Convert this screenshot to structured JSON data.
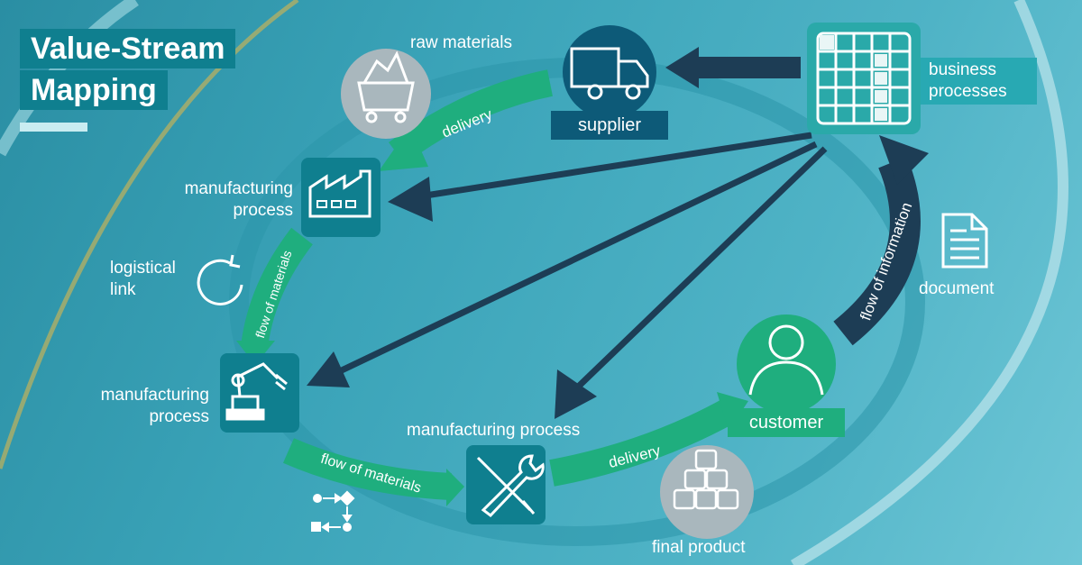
{
  "title": {
    "line1": "Value-Stream",
    "line2": "Mapping"
  },
  "nodes": {
    "raw_materials": "raw materials",
    "supplier": "supplier",
    "business_processes": "business processes",
    "manufacturing_process_1": "manufacturing process",
    "logistical_link": "logistical link",
    "manufacturing_process_2": "manufacturing process",
    "manufacturing_process_3": "manufacturing process",
    "document": "document",
    "customer": "customer",
    "final_product": "final product"
  },
  "arrows": {
    "delivery_top": "delivery",
    "flow_of_materials_left": "flow of materials",
    "flow_of_materials_bottom": "flow of materials",
    "delivery_bottom": "delivery",
    "flow_of_information": "flow of information"
  },
  "colors": {
    "background": "#3aa3b8",
    "title_box": "#0f7f8f",
    "material_flow": "#1fae7e",
    "info_flow": "#1d3d55",
    "icon_box": "#0f7f8f",
    "supplier": "#0d5a78",
    "customer": "#1fae7e",
    "grey_circle": "#a9b7bd"
  }
}
